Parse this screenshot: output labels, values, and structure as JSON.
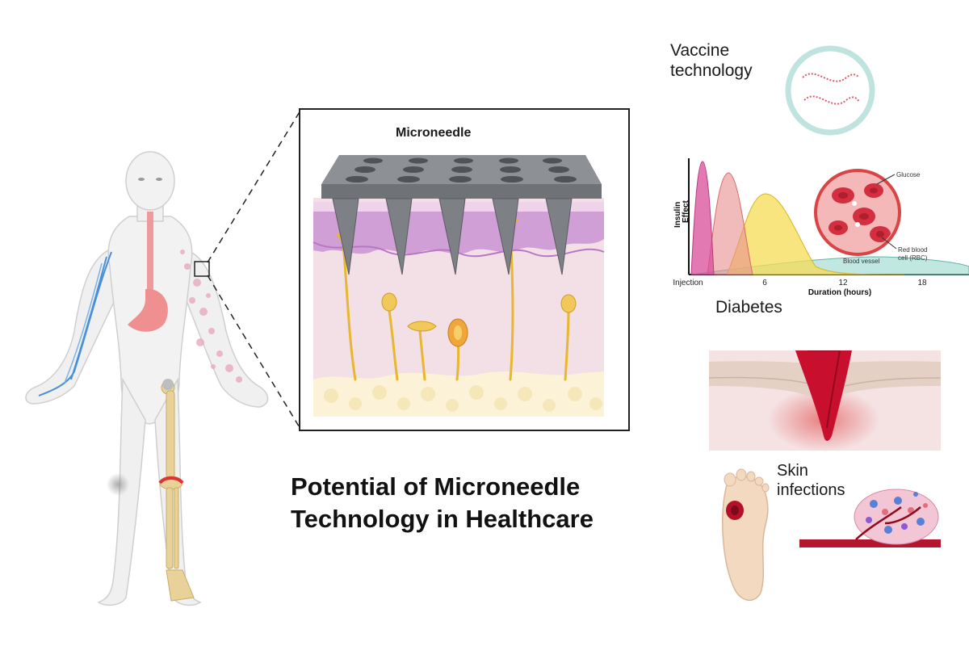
{
  "title": {
    "line1": "Potential of Microneedle",
    "line2": "Technology in Healthcare"
  },
  "inset": {
    "title": "Microneedle"
  },
  "panels": {
    "vaccine": {
      "line1": "Vaccine",
      "line2": "technology"
    },
    "diabetes": {
      "label": "Diabetes"
    },
    "skin": {
      "line1": "Skin",
      "line2": "infections"
    }
  },
  "insulin_chart": {
    "ylabel_line1": "Insulin",
    "ylabel_line2": "Effect",
    "xlabel": "Duration (hours)",
    "ticks": [
      "Injection",
      "6",
      "12",
      "18"
    ],
    "annotations": {
      "glucose": "Glucose",
      "rbc_line1": "Red blood",
      "rbc_line2": "cell (RBC)",
      "vessel": "Blood vessel"
    }
  },
  "colors": {
    "skin_pink": "#f3dfe6",
    "epidermis_purple": "#cf9fd6",
    "needle_gray": "#7d8085",
    "nerve_yellow": "#e8b72e",
    "blood_red": "#c8102e",
    "vaccine_ring": "#bfe3df",
    "curve_pink": "#d94c9a",
    "curve_salmon": "#e98d8d",
    "curve_yellow": "#f5dc55",
    "curve_teal": "#8dd3c7"
  }
}
